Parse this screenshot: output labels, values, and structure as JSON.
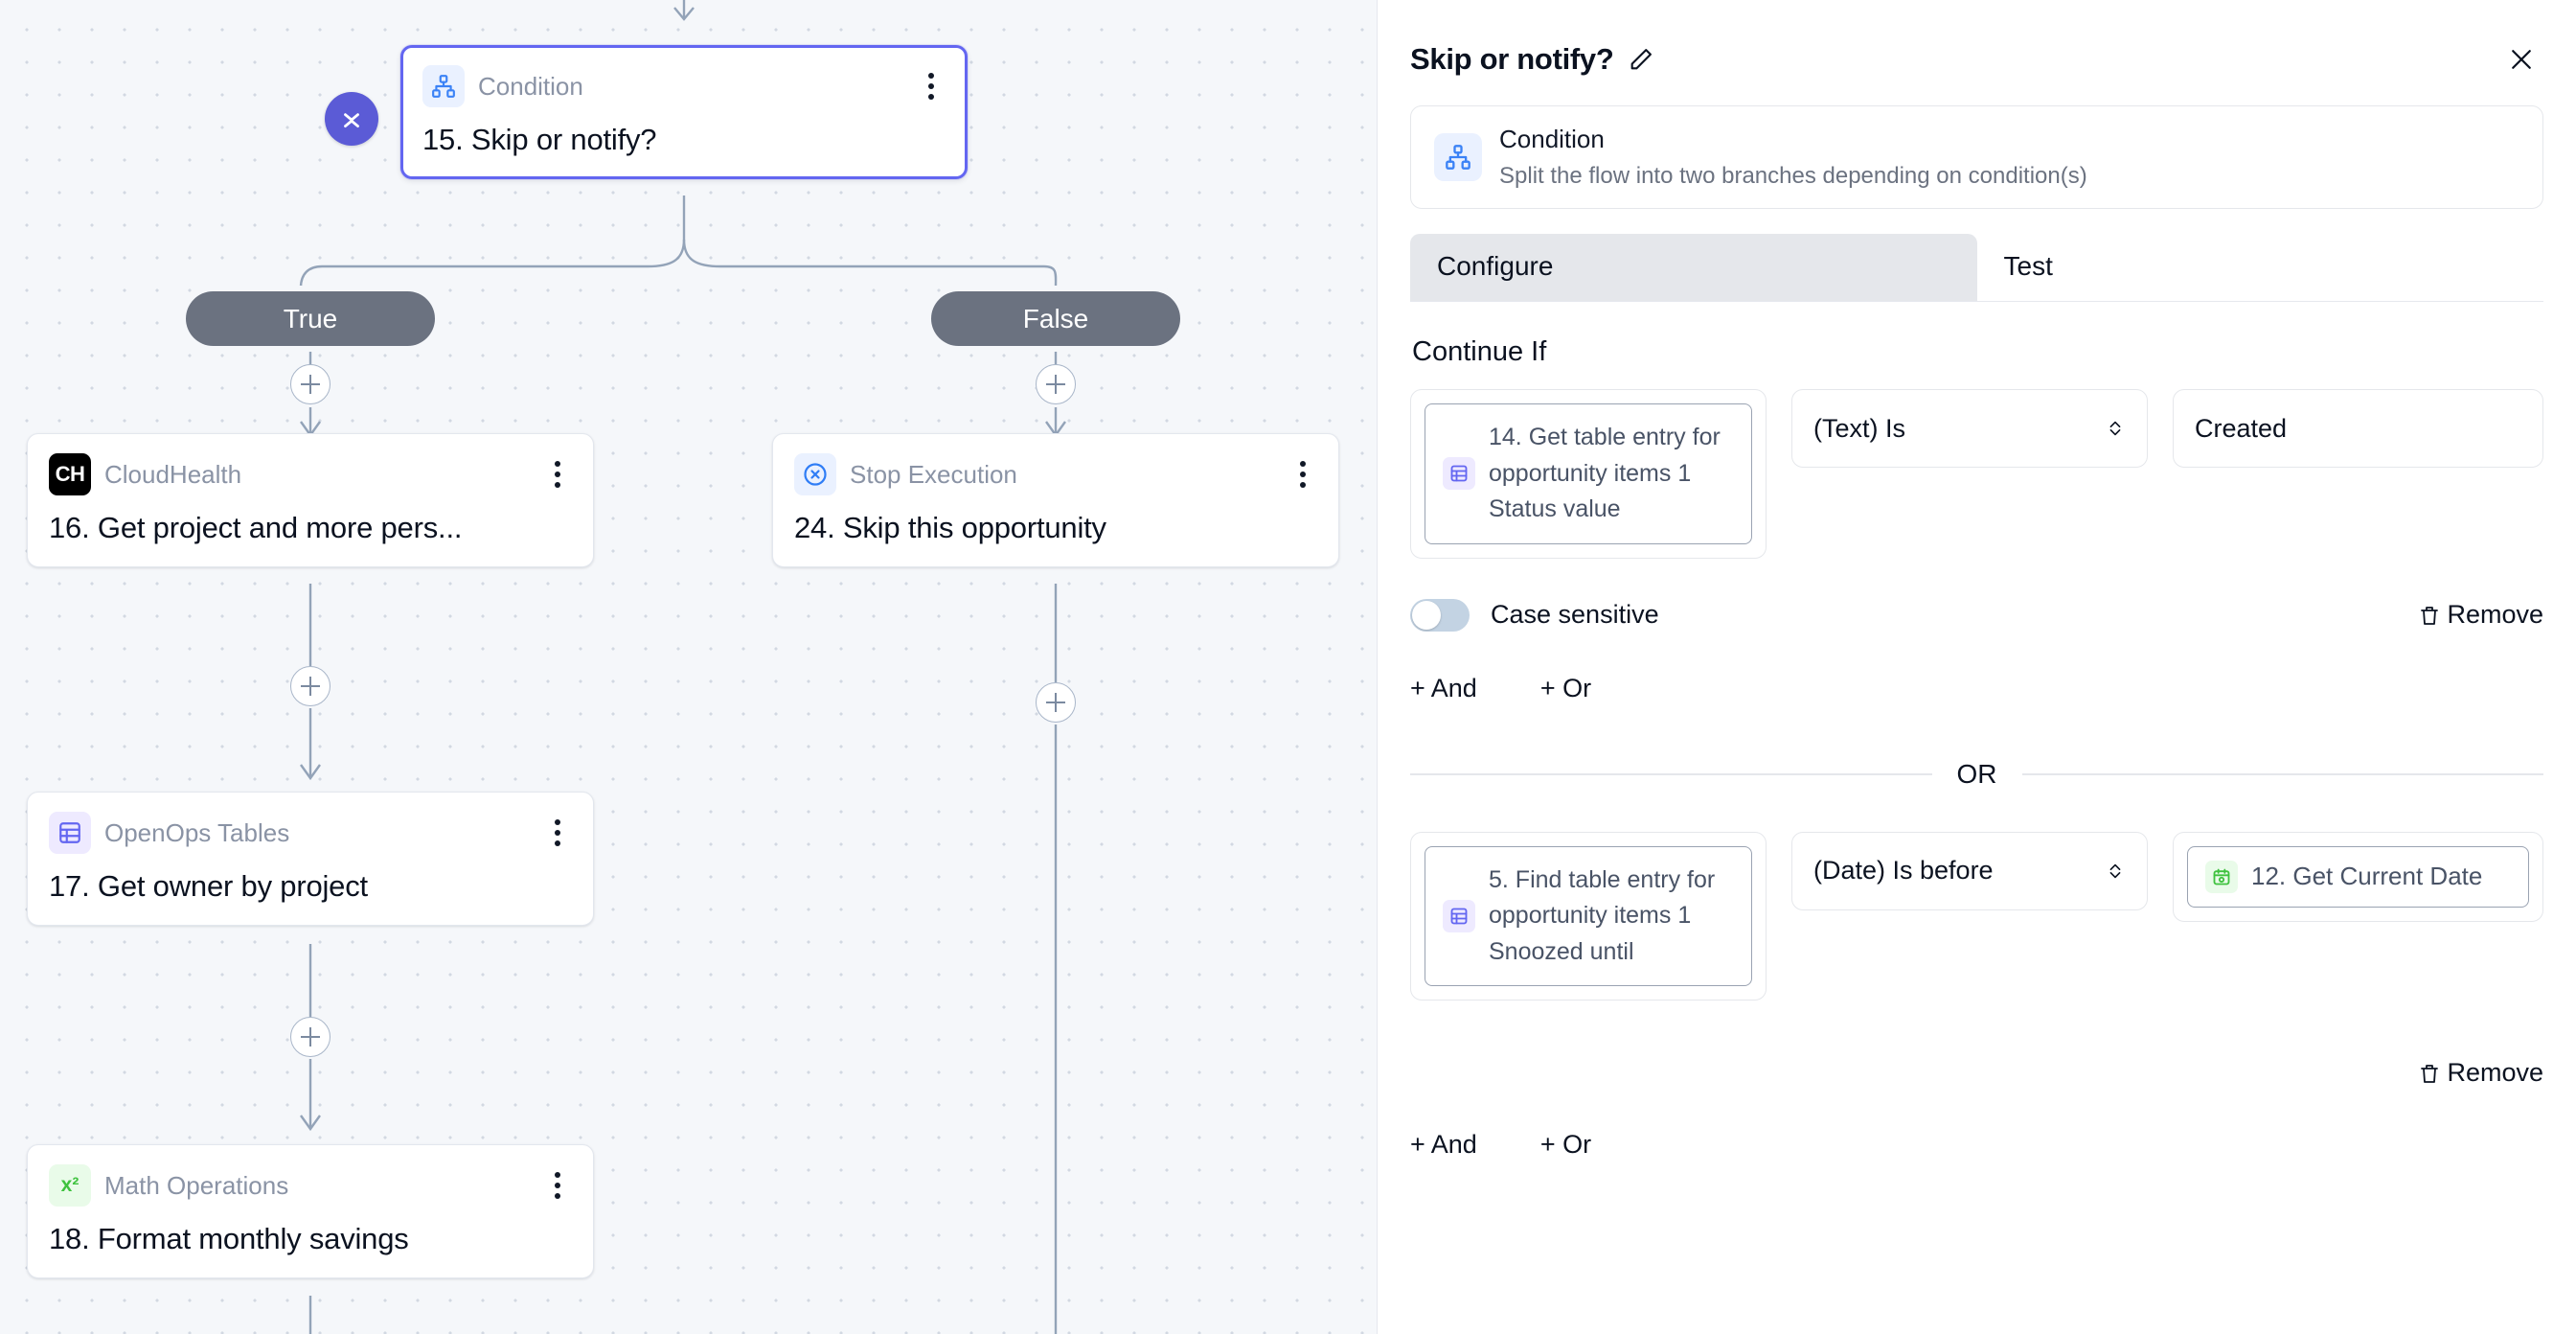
{
  "canvas": {
    "collapse_button_icon": "double-chevron-collapse-icon",
    "nodes": [
      {
        "id": "condition",
        "kind": "Condition",
        "title": "15. Skip or notify?",
        "icon": "condition-branch-icon",
        "icon_style": "blue",
        "selected": true
      },
      {
        "id": "cloudhealth",
        "kind": "CloudHealth",
        "title": "16. Get project and more pers...",
        "icon": "cloudhealth-logo-icon",
        "icon_text": "CH",
        "icon_style": "black",
        "selected": false
      },
      {
        "id": "stop-execution",
        "kind": "Stop Execution",
        "title": "24. Skip this opportunity",
        "icon": "stop-circle-x-icon",
        "icon_style": "blue",
        "selected": false
      },
      {
        "id": "openops-tables",
        "kind": "OpenOps Tables",
        "title": "17. Get owner by project",
        "icon": "table-grid-icon",
        "icon_style": "indigo",
        "selected": false
      },
      {
        "id": "math-operations",
        "kind": "Math Operations",
        "title": "18. Format monthly savings",
        "icon": "math-x-squared-icon",
        "icon_text": "x²",
        "icon_style": "green",
        "selected": false
      }
    ],
    "branches": [
      {
        "label": "True"
      },
      {
        "label": "False"
      }
    ],
    "add_button_icon": "plus-icon",
    "kebab_icon": "more-vertical-icon",
    "colors": {
      "selected_border": "#6366f1",
      "branch_pill": "#6b7280",
      "edge_line": "#93a3b8",
      "canvas_bg": "#f5f7fa"
    }
  },
  "panel": {
    "title": "Skip or notify?",
    "edit_icon": "pencil-edit-icon",
    "close_icon": "close-x-icon",
    "piece": {
      "name": "Condition",
      "description": "Split the flow into two branches depending on condition(s)",
      "icon": "condition-branch-icon"
    },
    "tabs": [
      {
        "label": "Configure",
        "active": true
      },
      {
        "label": "Test",
        "active": false
      }
    ],
    "section_label": "Continue If",
    "groups": [
      {
        "variable": {
          "text": "14. Get table entry for opportunity items 1 Status value",
          "icon": "table-grid-icon",
          "icon_style": "indigo"
        },
        "operator": "(Text) Is",
        "operator_icon": "chevron-up-down-icon",
        "value_type": "text",
        "value": "Created",
        "case_sensitive": {
          "label": "Case sensitive",
          "enabled": false
        },
        "remove_label": "Remove",
        "remove_icon": "trash-icon",
        "add_and_label": "+ And",
        "add_or_label": "+ Or"
      },
      {
        "variable": {
          "text": "5. Find table entry for opportunity items 1 Snoozed until",
          "icon": "table-grid-icon",
          "icon_style": "indigo"
        },
        "operator": "(Date) Is before",
        "operator_icon": "chevron-up-down-icon",
        "value_type": "chip",
        "value": "12. Get Current Date",
        "value_icon": "calendar-clock-icon",
        "value_icon_style": "green",
        "remove_label": "Remove",
        "remove_icon": "trash-icon",
        "add_and_label": "+ And",
        "add_or_label": "+ Or"
      }
    ],
    "or_divider_label": "OR"
  }
}
